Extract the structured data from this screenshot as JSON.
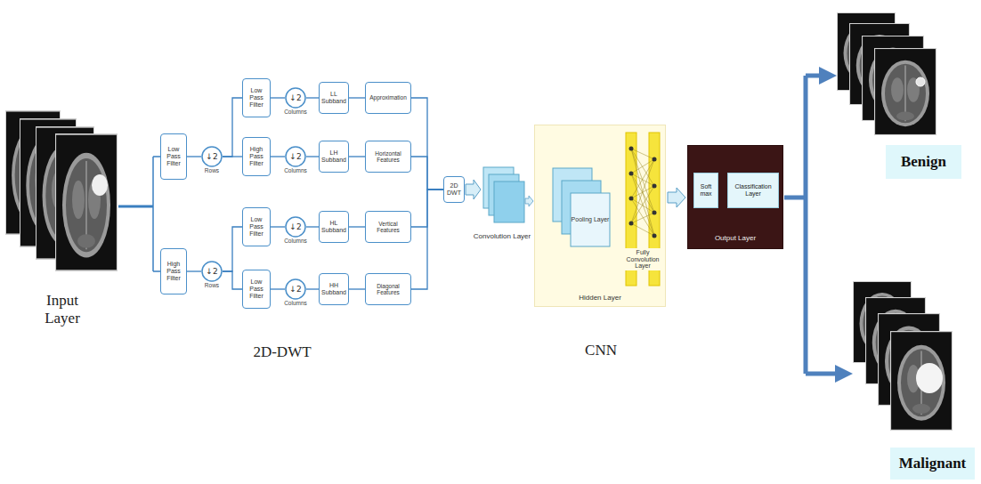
{
  "diagram": {
    "nodes": [
      {
        "text": [
          "Low Pass Filter"
        ]
      },
      {
        "text": [
          "↓2",
          "Rows"
        ]
      },
      {
        "text": [
          "Low Pass Filter"
        ]
      },
      {
        "text": [
          "↓2",
          "Columns"
        ]
      },
      {
        "text": [
          "LL Subband"
        ]
      },
      {
        "text": [
          "Approximation"
        ]
      },
      {
        "text": [
          "High Pass Filter"
        ]
      },
      {
        "text": [
          "↓2",
          "Columns"
        ]
      },
      {
        "text": [
          "LH Subband"
        ]
      },
      {
        "text": [
          "Horizontal Features"
        ]
      },
      {
        "text": [
          "High Pass Filter"
        ]
      },
      {
        "text": [
          "↓2",
          "Rows"
        ]
      },
      {
        "text": [
          "Low Pass Filter"
        ]
      },
      {
        "text": [
          "↓2",
          "Columns"
        ]
      },
      {
        "text": [
          "HL Subband"
        ]
      },
      {
        "text": [
          "Vertical Features"
        ]
      },
      {
        "text": [
          "Low Pass Filter"
        ]
      },
      {
        "text": [
          "↓2",
          "Columns"
        ]
      },
      {
        "text": [
          "HH Subband"
        ]
      },
      {
        "text": [
          "Diagonal Features"
        ]
      },
      {
        "text": [
          "2D DWT"
        ]
      },
      {
        "text": [
          "Hidden Layer"
        ]
      },
      {
        "text": [
          "Pooling Layer"
        ],
        "in": 21
      },
      {
        "text": [
          "Fully Convolution Layer"
        ],
        "in": 21
      },
      {
        "text": [
          "Output Layer"
        ]
      },
      {
        "text": [
          "Soft max"
        ],
        "in": 24
      },
      {
        "text": [
          "Classification Layer"
        ],
        "in": 24
      },
      {
        "text": [
          "Benign"
        ]
      },
      {
        "text": [
          "Malignant"
        ]
      }
    ],
    "edges": [
      {
        "from": 0,
        "to": 1,
        "arrow": "none"
      },
      {
        "from": 1,
        "to": 2,
        "arrow": "none"
      },
      {
        "from": 1,
        "to": 6,
        "arrow": "none"
      },
      {
        "from": 2,
        "to": 3,
        "arrow": "none"
      },
      {
        "from": 3,
        "to": 4,
        "arrow": "none"
      },
      {
        "from": 4,
        "to": 5,
        "arrow": "none"
      },
      {
        "from": 6,
        "to": 7,
        "arrow": "none"
      },
      {
        "from": 7,
        "to": 8,
        "arrow": "none"
      },
      {
        "from": 8,
        "to": 9,
        "arrow": "none"
      },
      {
        "from": 10,
        "to": 11,
        "arrow": "none"
      },
      {
        "from": 11,
        "to": 12,
        "arrow": "none"
      },
      {
        "from": 11,
        "to": 16,
        "arrow": "none"
      },
      {
        "from": 12,
        "to": 13,
        "arrow": "none"
      },
      {
        "from": 13,
        "to": 14,
        "arrow": "none"
      },
      {
        "from": 14,
        "to": 15,
        "arrow": "none"
      },
      {
        "from": 16,
        "to": 17,
        "arrow": "none"
      },
      {
        "from": 17,
        "to": 18,
        "arrow": "none"
      },
      {
        "from": 18,
        "to": 19,
        "arrow": "none"
      },
      {
        "from": 5,
        "to": 20,
        "arrow": "none"
      },
      {
        "from": 9,
        "to": 20,
        "arrow": "none"
      },
      {
        "from": 15,
        "to": 20,
        "arrow": "none"
      },
      {
        "from": 19,
        "to": 20,
        "arrow": "none"
      },
      {
        "from": 22,
        "to": 23,
        "arrow": "to"
      },
      {
        "from": 25,
        "to": 26,
        "arrow": "to"
      }
    ],
    "labels": [
      "Input Layer",
      "2D-DWT",
      "Convolution Layer",
      "CNN"
    ]
  }
}
